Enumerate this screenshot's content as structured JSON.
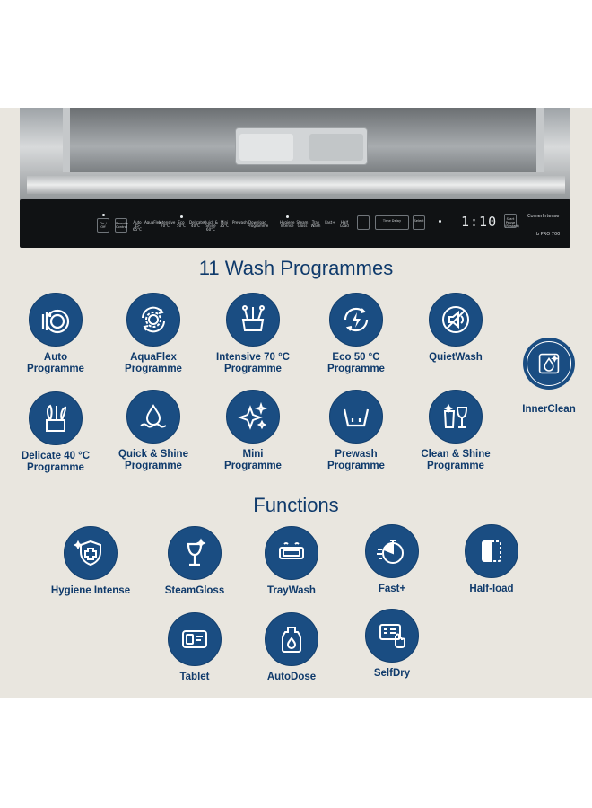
{
  "control_panel": {
    "buttons": [
      "On / Off",
      "Remote Control",
      "Time Delay",
      "Select",
      "Start Pause (Restart)"
    ],
    "programme_labels": [
      "Auto 45-65°C",
      "AquaFlex",
      "Intensive 70°C",
      "Eco 50°C",
      "Delicate 40°C",
      "Quick & Shine 60°C",
      "Mini 35°C",
      "Prewash",
      "Download Programme",
      "Hygiene Intense",
      "Steam Gloss",
      "Tray Wash",
      "Fast+",
      "Half Load"
    ],
    "timer": "1:10",
    "brand": "CornerIntense",
    "model": "b PRO 700"
  },
  "programmes": {
    "heading": "11 Wash Programmes",
    "items": [
      {
        "line1": "Auto",
        "line2": "Programme",
        "icon": "plates-icon"
      },
      {
        "line1": "AquaFlex",
        "line2": "Programme",
        "icon": "aquaflex-icon"
      },
      {
        "line1": "Intensive 70 °C",
        "line2": "Programme",
        "icon": "pot-icon"
      },
      {
        "line1": "Eco 50 °C",
        "line2": "Programme",
        "icon": "eco-icon"
      },
      {
        "line1": "QuietWash",
        "line2": "",
        "icon": "mute-icon"
      },
      {
        "line1": "InnerClean",
        "line2": "",
        "icon": "innerclean-icon"
      },
      {
        "line1": "Delicate 40 °C",
        "line2": "Programme",
        "icon": "utensils-icon"
      },
      {
        "line1": "Quick & Shine",
        "line2": "Programme",
        "icon": "drop-wave-icon"
      },
      {
        "line1": "Mini",
        "line2": "Programme",
        "icon": "sparkle-icon"
      },
      {
        "line1": "Prewash",
        "line2": "Programme",
        "icon": "basin-icon"
      },
      {
        "line1": "Clean & Shine",
        "line2": "Programme",
        "icon": "glasses-icon"
      }
    ]
  },
  "functions": {
    "heading": "Functions",
    "items": [
      {
        "label": "Hygiene Intense",
        "icon": "shield-icon"
      },
      {
        "label": "SteamGloss",
        "icon": "wine-glass-icon"
      },
      {
        "label": "TrayWash",
        "icon": "tray-icon"
      },
      {
        "label": "Fast+",
        "icon": "stopwatch-icon"
      },
      {
        "label": "Half-load",
        "icon": "half-load-icon"
      },
      {
        "label": "Tablet",
        "icon": "tablet-icon"
      },
      {
        "label": "AutoDose",
        "icon": "detergent-icon"
      },
      {
        "label": "SelfDry",
        "icon": "touchscreen-icon"
      }
    ]
  },
  "colors": {
    "icon_circle": "#1a4d82",
    "heading_text": "#0f3a6b",
    "background": "#e9e6df"
  }
}
